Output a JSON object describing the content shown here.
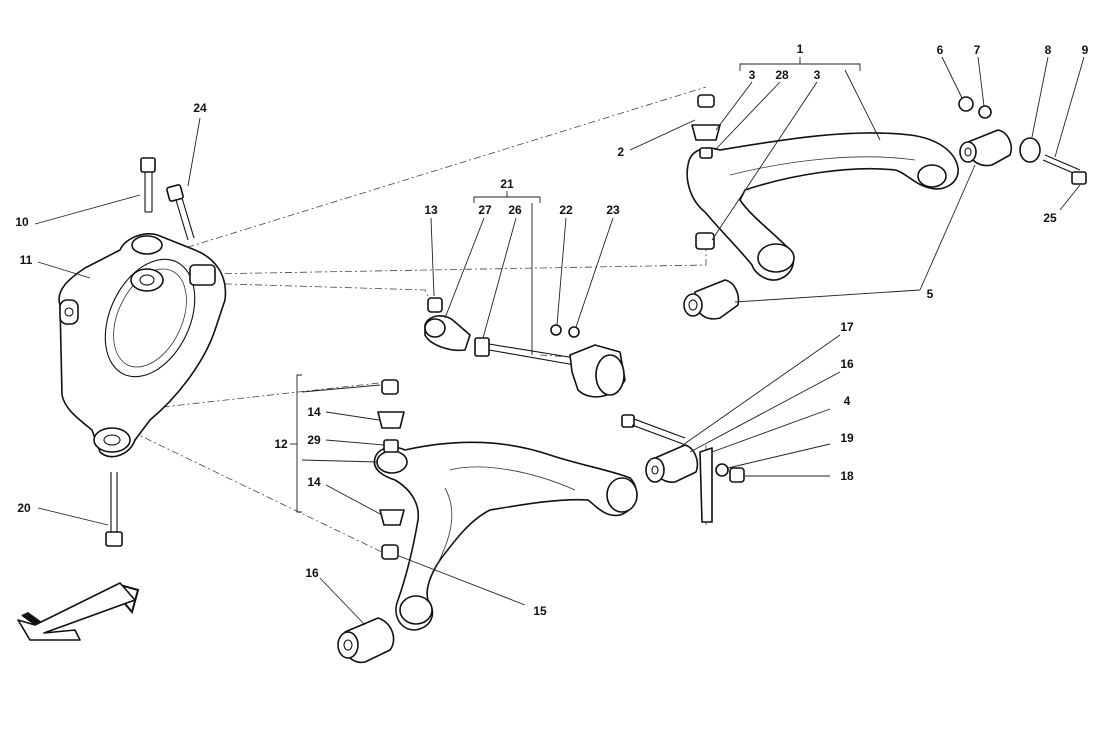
{
  "callouts": [
    {
      "id": "c1",
      "text": "1"
    },
    {
      "id": "c2",
      "text": "2"
    },
    {
      "id": "c3a",
      "text": "3"
    },
    {
      "id": "c28",
      "text": "28"
    },
    {
      "id": "c3b",
      "text": "3"
    },
    {
      "id": "c6",
      "text": "6"
    },
    {
      "id": "c7",
      "text": "7"
    },
    {
      "id": "c8",
      "text": "8"
    },
    {
      "id": "c9",
      "text": "9"
    },
    {
      "id": "c25",
      "text": "25"
    },
    {
      "id": "c5",
      "text": "5"
    },
    {
      "id": "c24",
      "text": "24"
    },
    {
      "id": "c10",
      "text": "10"
    },
    {
      "id": "c11",
      "text": "11"
    },
    {
      "id": "c21",
      "text": "21"
    },
    {
      "id": "c13",
      "text": "13"
    },
    {
      "id": "c27",
      "text": "27"
    },
    {
      "id": "c26",
      "text": "26"
    },
    {
      "id": "c22",
      "text": "22"
    },
    {
      "id": "c23",
      "text": "23"
    },
    {
      "id": "c17",
      "text": "17"
    },
    {
      "id": "c16a",
      "text": "16"
    },
    {
      "id": "c4",
      "text": "4"
    },
    {
      "id": "c19",
      "text": "19"
    },
    {
      "id": "c18",
      "text": "18"
    },
    {
      "id": "c14a",
      "text": "14"
    },
    {
      "id": "c12",
      "text": "12"
    },
    {
      "id": "c29",
      "text": "29"
    },
    {
      "id": "c14b",
      "text": "14"
    },
    {
      "id": "c15",
      "text": "15"
    },
    {
      "id": "c16b",
      "text": "16"
    },
    {
      "id": "c20",
      "text": "20"
    }
  ]
}
